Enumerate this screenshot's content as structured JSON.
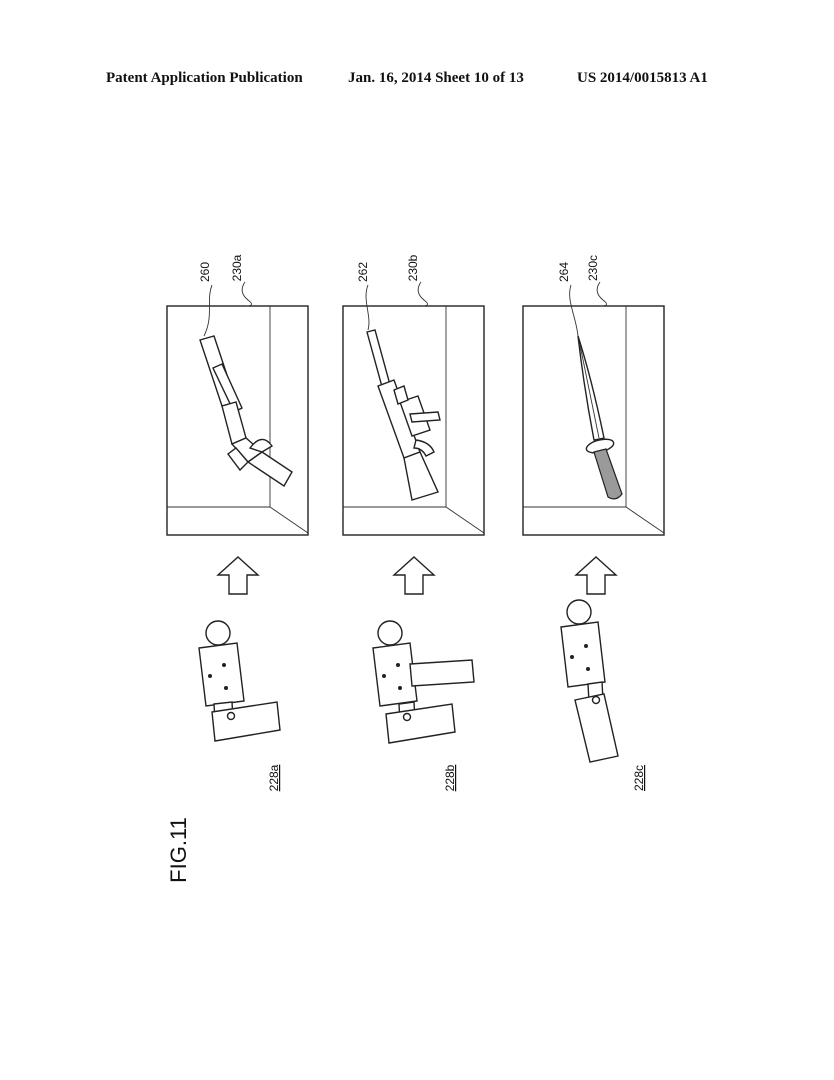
{
  "header": {
    "publication": "Patent Application Publication",
    "date_sheet": "Jan. 16, 2014   Sheet 10 of 13",
    "number": "US 2014/0015813 A1"
  },
  "figure": {
    "title": "FIG.11",
    "panels": [
      {
        "screen_label": "230a",
        "object_label": "260",
        "device_label": "228a"
      },
      {
        "screen_label": "230b",
        "object_label": "262",
        "device_label": "228b"
      },
      {
        "screen_label": "230c",
        "object_label": "264",
        "device_label": "228c"
      }
    ]
  }
}
